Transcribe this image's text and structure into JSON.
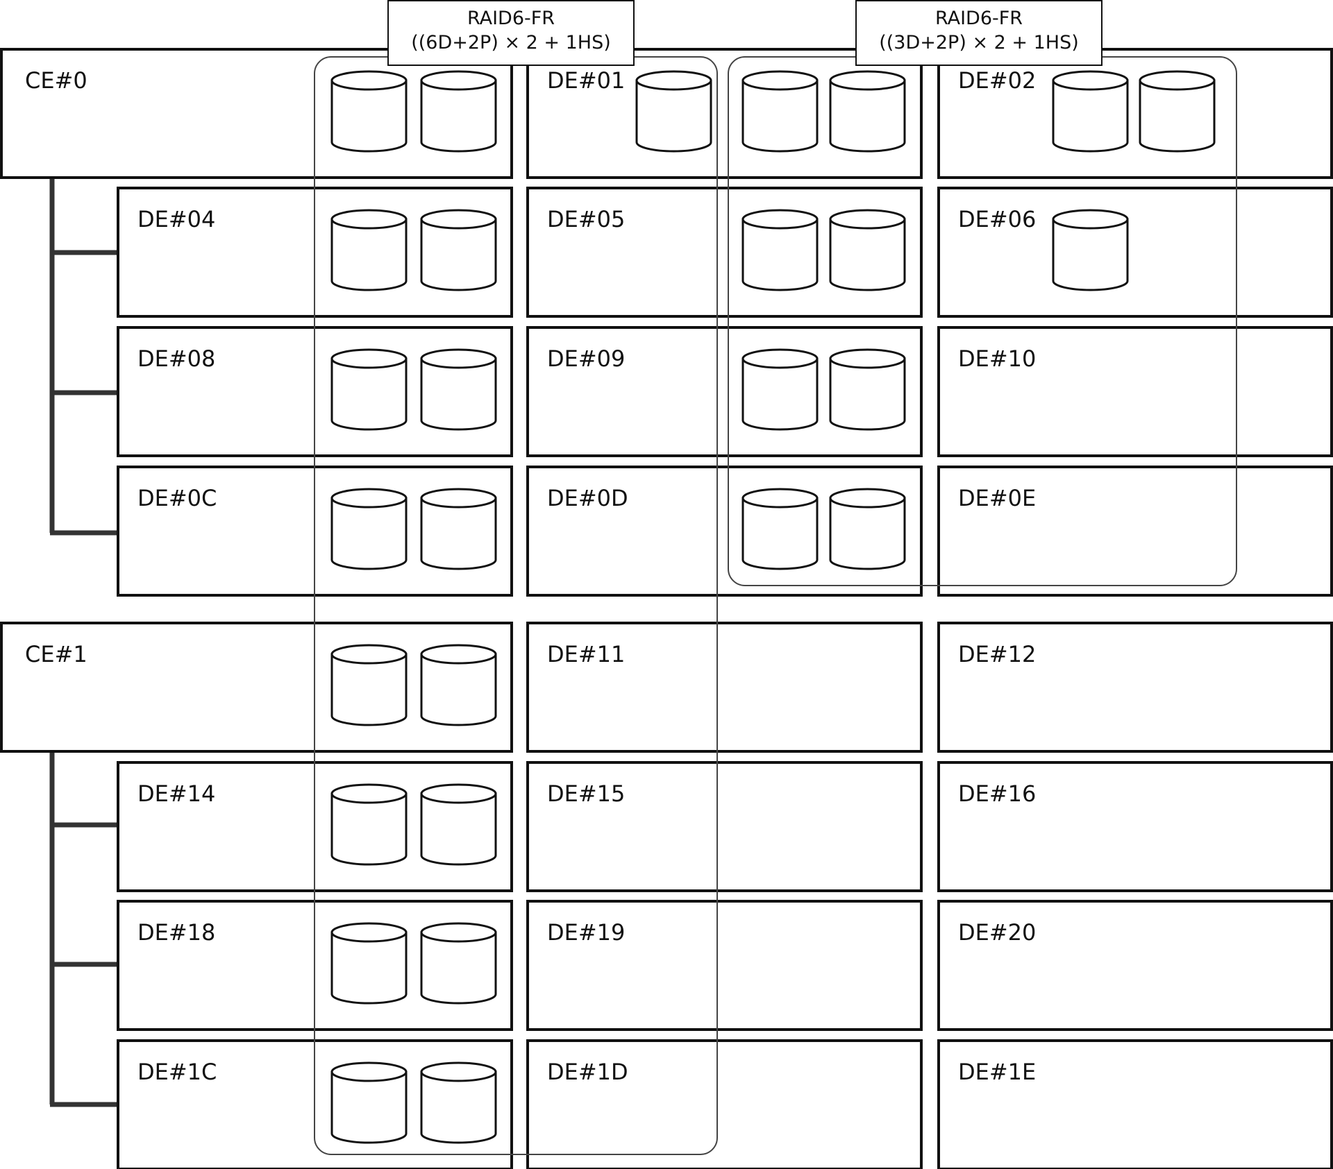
{
  "groups": [
    {
      "title": "RAID6-FR",
      "subtitle": "((6D+2P) × 2 + 1HS)"
    },
    {
      "title": "RAID6-FR",
      "subtitle": "((3D+2P) × 2 + 1HS)"
    }
  ],
  "enclosures": [
    {
      "label": "CE#0",
      "drives": 2
    },
    {
      "label": "DE#01",
      "drives": 3
    },
    {
      "label": "DE#02",
      "drives": 2
    },
    {
      "label": "DE#04",
      "drives": 2
    },
    {
      "label": "DE#05",
      "drives": 2
    },
    {
      "label": "DE#06",
      "drives": 1
    },
    {
      "label": "DE#08",
      "drives": 2
    },
    {
      "label": "DE#09",
      "drives": 2
    },
    {
      "label": "DE#10",
      "drives": 0
    },
    {
      "label": "DE#0C",
      "drives": 2
    },
    {
      "label": "DE#0D",
      "drives": 2
    },
    {
      "label": "DE#0E",
      "drives": 0
    },
    {
      "label": "CE#1",
      "drives": 2
    },
    {
      "label": "DE#11",
      "drives": 0
    },
    {
      "label": "DE#12",
      "drives": 0
    },
    {
      "label": "DE#14",
      "drives": 2
    },
    {
      "label": "DE#15",
      "drives": 0
    },
    {
      "label": "DE#16",
      "drives": 0
    },
    {
      "label": "DE#18",
      "drives": 2
    },
    {
      "label": "DE#19",
      "drives": 0
    },
    {
      "label": "DE#20",
      "drives": 0
    },
    {
      "label": "DE#1C",
      "drives": 2
    },
    {
      "label": "DE#1D",
      "drives": 0
    },
    {
      "label": "DE#1E",
      "drives": 0
    }
  ]
}
